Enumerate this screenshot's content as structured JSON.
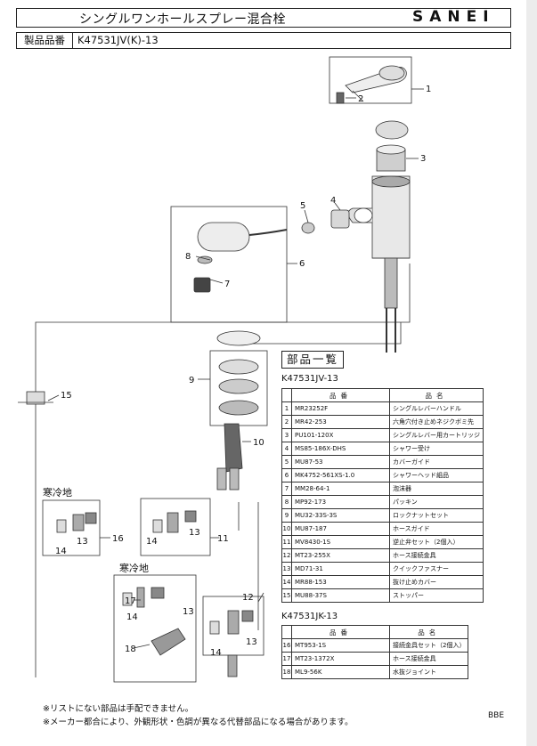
{
  "header": {
    "title": "シングルワンホールスプレー混合栓",
    "brand": "SANEI",
    "model_label": "製品品番",
    "model_value": "K47531JV(K)-13"
  },
  "diagram": {
    "callouts": [
      "1",
      "2",
      "3",
      "4",
      "5",
      "6",
      "7",
      "8",
      "9",
      "10",
      "11",
      "12",
      "13",
      "13",
      "13",
      "13",
      "14",
      "14",
      "14",
      "14",
      "15",
      "16",
      "17",
      "18"
    ],
    "cold_region_left": "寒冷地",
    "cold_region_lower": "寒冷地"
  },
  "parts": {
    "heading": "部品一覧",
    "columns": {
      "code": "品番",
      "name": "品名"
    },
    "section_jv": {
      "code": "K47531JV-13",
      "rows": [
        {
          "no": "1",
          "code": "MR23252F",
          "name": "シングルレバーハンドル"
        },
        {
          "no": "2",
          "code": "MR42-253",
          "name": "六角穴付き止めネジクボミ先"
        },
        {
          "no": "3",
          "code": "PU101-120X",
          "name": "シングルレバー用カートリッジ"
        },
        {
          "no": "4",
          "code": "MS85-186X-DHS",
          "name": "シャワー受け"
        },
        {
          "no": "5",
          "code": "MU87-53",
          "name": "カバーガイド"
        },
        {
          "no": "6",
          "code": "MK4752-561XS-1.0",
          "name": "シャワーヘッド組品"
        },
        {
          "no": "7",
          "code": "MM28-64-1",
          "name": "泡沫器"
        },
        {
          "no": "8",
          "code": "MP92-173",
          "name": "パッキン"
        },
        {
          "no": "9",
          "code": "MU32-33S-3S",
          "name": "ロックナットセット"
        },
        {
          "no": "10",
          "code": "MU87-187",
          "name": "ホースガイド"
        },
        {
          "no": "11",
          "code": "MV8430-1S",
          "name": "逆止弁セット（2個入）"
        },
        {
          "no": "12",
          "code": "MT23-255X",
          "name": "ホース接続金具"
        },
        {
          "no": "13",
          "code": "MD71-31",
          "name": "クイックファスナー"
        },
        {
          "no": "14",
          "code": "MR88-153",
          "name": "抜け止めカバー"
        },
        {
          "no": "15",
          "code": "MU88-37S",
          "name": "ストッパー"
        }
      ]
    },
    "section_jk": {
      "code": "K47531JK-13",
      "rows": [
        {
          "no": "16",
          "code": "MT953-1S",
          "name": "接続金具セット（2個入）"
        },
        {
          "no": "17",
          "code": "MT23-1372X",
          "name": "ホース接続金具"
        },
        {
          "no": "18",
          "code": "ML9-56K",
          "name": "水抜ジョイント"
        }
      ]
    }
  },
  "notes": [
    "※リストにない部品は手配できません。",
    "※メーカー都合により、外観形状・色調が異なる代替部品になる場合があります。"
  ],
  "doc_code": "BBE"
}
